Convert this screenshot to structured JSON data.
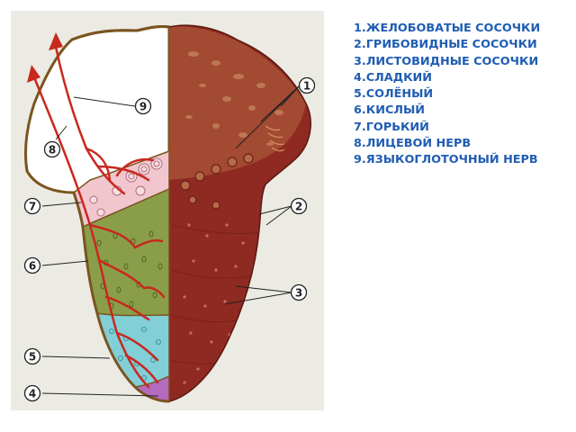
{
  "legend": {
    "items": [
      {
        "number": "1",
        "label": "ЖЕЛОБОВАТЫЕ СОСОЧКИ"
      },
      {
        "number": "2",
        "label": "ГРИБОВИДНЫЕ СОСОЧКИ"
      },
      {
        "number": "3",
        "label": "ЛИСТОВИДНЫЕ СОСОЧКИ"
      },
      {
        "number": "4",
        "label": "СЛАДКИЙ"
      },
      {
        "number": "5",
        "label": "СОЛЁНЫЙ"
      },
      {
        "number": "6",
        "label": "КИСЛЫЙ"
      },
      {
        "number": "7",
        "label": "ГОРЬКИЙ"
      },
      {
        "number": "8",
        "label": "ЛИЦЕВОЙ НЕРВ"
      },
      {
        "number": "9",
        "label": "ЯЗЫКОГЛОТОЧНЫЙ НЕРВ"
      }
    ]
  },
  "callouts": {
    "c1": "1",
    "c2": "2",
    "c3": "3",
    "c4": "4",
    "c5": "5",
    "c6": "6",
    "c7": "7",
    "c8": "8",
    "c9": "9"
  },
  "colors": {
    "outline": "#7a5520",
    "bitter_zone": "#f1c6cf",
    "sour_zone": "#8a9e4a",
    "salty_zone": "#82cfd8",
    "sweet_zone": "#b46abf",
    "nerve": "#c8281e",
    "mucosa": "#8e2a22",
    "legend_text": "#1f5db3"
  }
}
